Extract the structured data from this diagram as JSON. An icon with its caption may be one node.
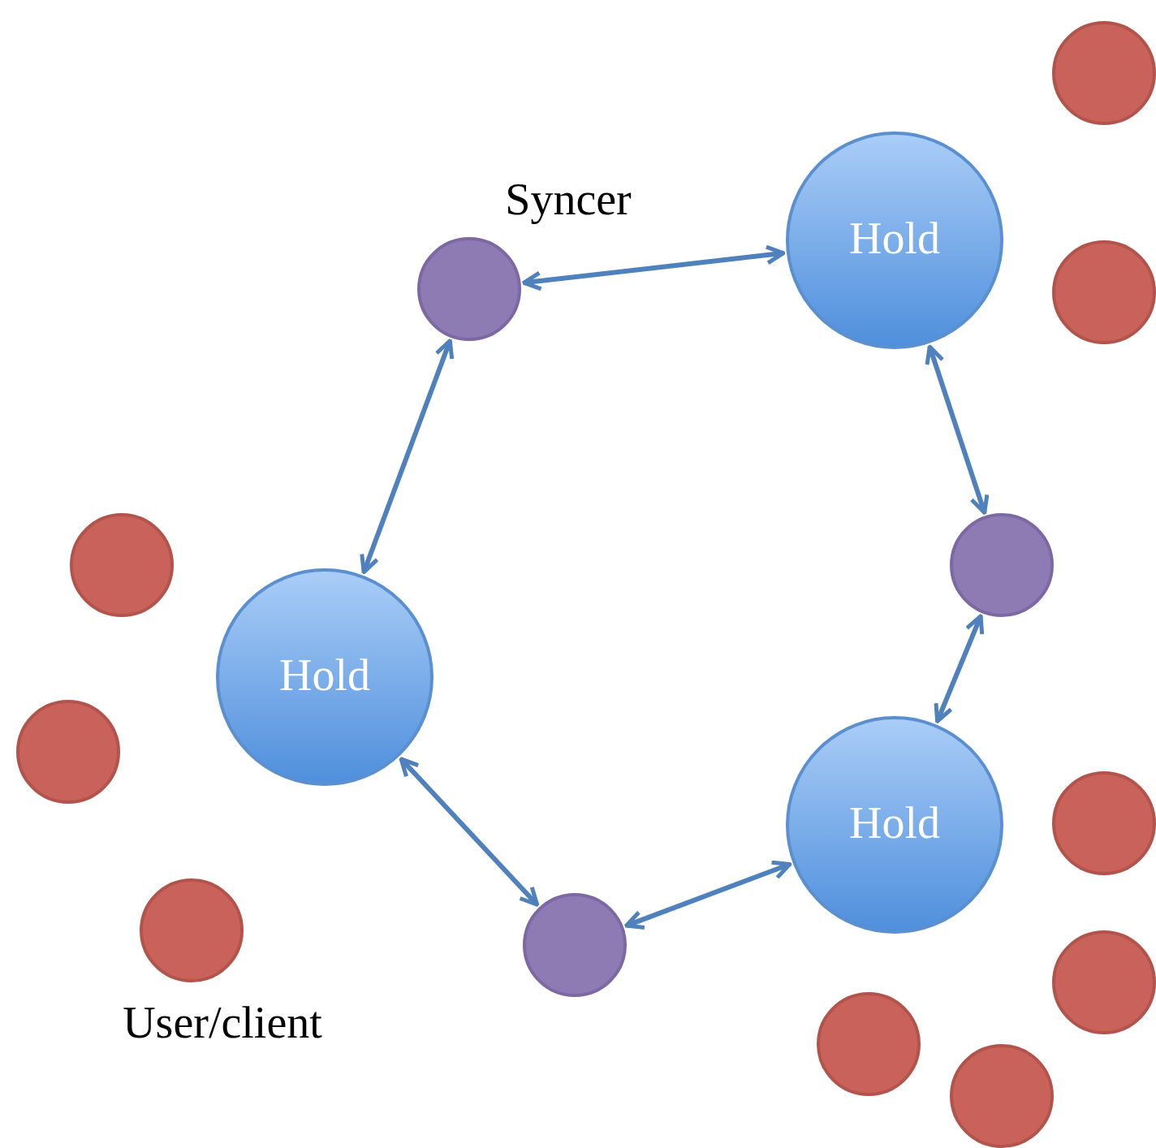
{
  "diagram": {
    "nodes": [
      {
        "text": [],
        "shape": "circle"
      },
      {
        "text": [],
        "shape": "circle",
        "beside": [
          "Syncer"
        ]
      },
      {
        "text": [
          "Hold"
        ]
      },
      {
        "text": [],
        "shape": "circle"
      },
      {
        "text": [],
        "shape": "circle"
      },
      {
        "text": [],
        "shape": "circle"
      },
      {
        "text": [
          "Hold"
        ]
      },
      {
        "text": [],
        "shape": "circle"
      },
      {
        "text": [
          "Hold"
        ]
      },
      {
        "text": [],
        "shape": "circle"
      },
      {
        "text": [],
        "shape": "circle",
        "beside": [
          "User/client"
        ]
      },
      {
        "text": [],
        "shape": "circle"
      },
      {
        "text": [],
        "shape": "circle"
      },
      {
        "text": [],
        "shape": "circle"
      },
      {
        "text": [],
        "shape": "circle"
      }
    ],
    "edges": [
      {
        "from": 1,
        "to": 2,
        "arrow": "both"
      },
      {
        "from": 1,
        "to": 6,
        "arrow": "both"
      },
      {
        "from": 2,
        "to": 5,
        "arrow": "both"
      },
      {
        "from": 5,
        "to": 8,
        "arrow": "both"
      },
      {
        "from": 8,
        "to": 11,
        "arrow": "both"
      },
      {
        "from": 11,
        "to": 6,
        "arrow": "both"
      }
    ]
  }
}
